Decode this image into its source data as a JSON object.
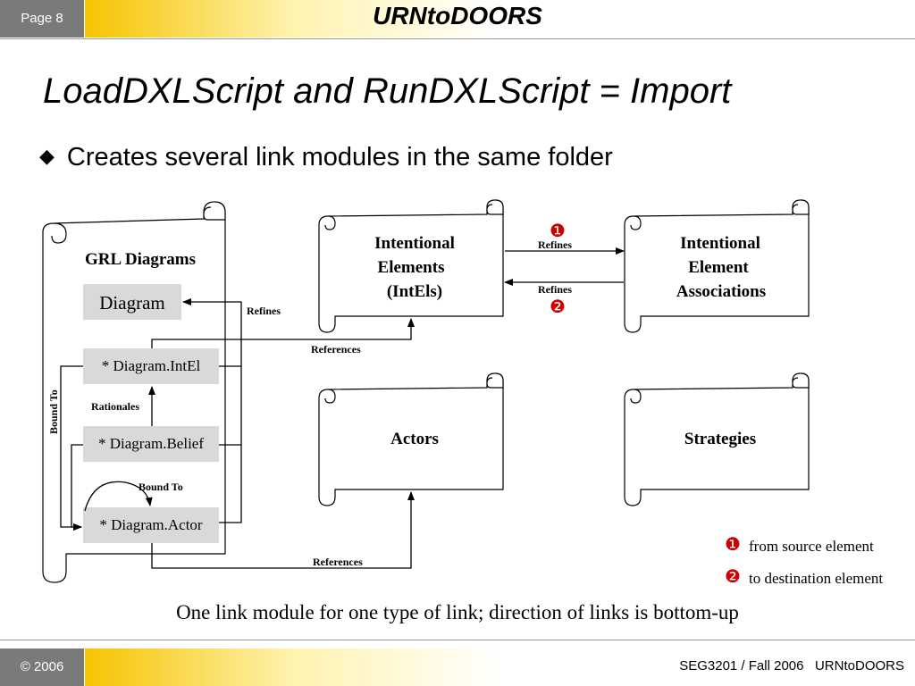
{
  "header": {
    "page_label": "Page 8",
    "title": "URNtoDOORS"
  },
  "slide": {
    "title": "LoadDXLScript and RunDXLScript = Import",
    "bullet_marker": "◆",
    "bullet": "Creates several link modules in the same folder",
    "caption": "One link module for one type of link; direction of links is bottom-up"
  },
  "diagram": {
    "grl_panel": {
      "title": "GRL Diagrams",
      "items": [
        "Diagram",
        "* Diagram.IntEl",
        "* Diagram.Belief",
        "* Diagram.Actor"
      ]
    },
    "modules": {
      "intels": [
        "Intentional",
        "Elements",
        "(IntEls)"
      ],
      "associations": [
        "Intentional",
        "Element",
        "Associations"
      ],
      "actors": "Actors",
      "strategies": "Strategies"
    },
    "link_labels": {
      "refines_diagram": "Refines",
      "references_intels": "References",
      "references_actors": "References",
      "rationales": "Rationales",
      "bound_to_vertical": "Bound To",
      "bound_to_curve": "Bound To",
      "refines_forward": "Refines",
      "refines_backward": "Refines"
    },
    "markers": {
      "one": "❶",
      "two": "❷"
    },
    "legend": [
      {
        "marker": "❶",
        "text": "from source element"
      },
      {
        "marker": "❷",
        "text": "to destination element"
      }
    ]
  },
  "footer": {
    "copyright": "© 2006",
    "course": "SEG3201 / Fall 2006   URNtoDOORS"
  }
}
